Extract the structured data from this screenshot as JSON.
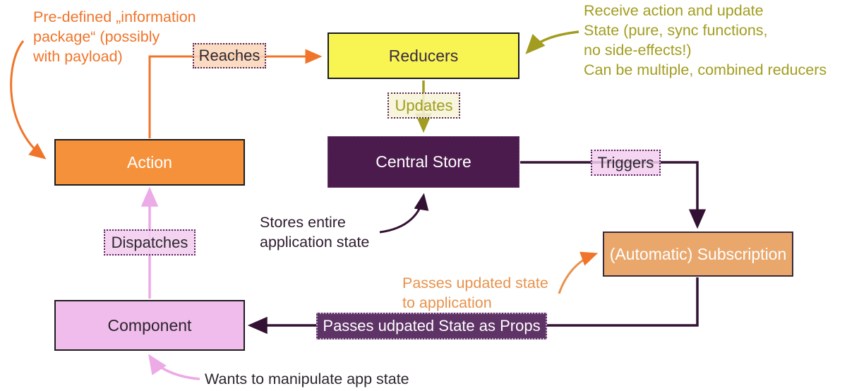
{
  "nodes": {
    "reducers": "Reducers",
    "action": "Action",
    "central_store": "Central Store",
    "subscription": "(Automatic) Subscription",
    "component": "Component",
    "passes_props": "Passes udpated State as Props"
  },
  "edge_labels": {
    "reaches": "Reaches",
    "updates": "Updates",
    "triggers": "Triggers",
    "dispatches": "Dispatches"
  },
  "annotations": {
    "predefined": [
      "Pre-defined „information",
      "package“ (possibly",
      "with payload)"
    ],
    "receive": [
      "Receive action and update",
      "State (pure, sync functions,",
      "no side-effects!)",
      "Can be multiple, combined reducers"
    ],
    "stores": [
      "Stores entire",
      "application state"
    ],
    "passes_updated": [
      "Passes updated state",
      "to application"
    ],
    "wants": [
      "Wants to manipulate app state"
    ]
  },
  "colors": {
    "orange_arrow": "#F0752B",
    "olive_arrow": "#A29D20",
    "dark_purple_line": "#331133",
    "pink_arrow": "#ECAAE6",
    "action_fill": "#F6913B",
    "reducers_fill": "#F8F452",
    "central_store_fill": "#4B1B4D",
    "subscription_fill": "#E9A76C",
    "component_fill": "#F0BCEC",
    "passes_props_fill": "#5E3366",
    "reaches_label_bg": "#FAD6B8",
    "updates_label_bg": "#F6F4D7",
    "pink_label_bg": "#F3CEF0"
  }
}
